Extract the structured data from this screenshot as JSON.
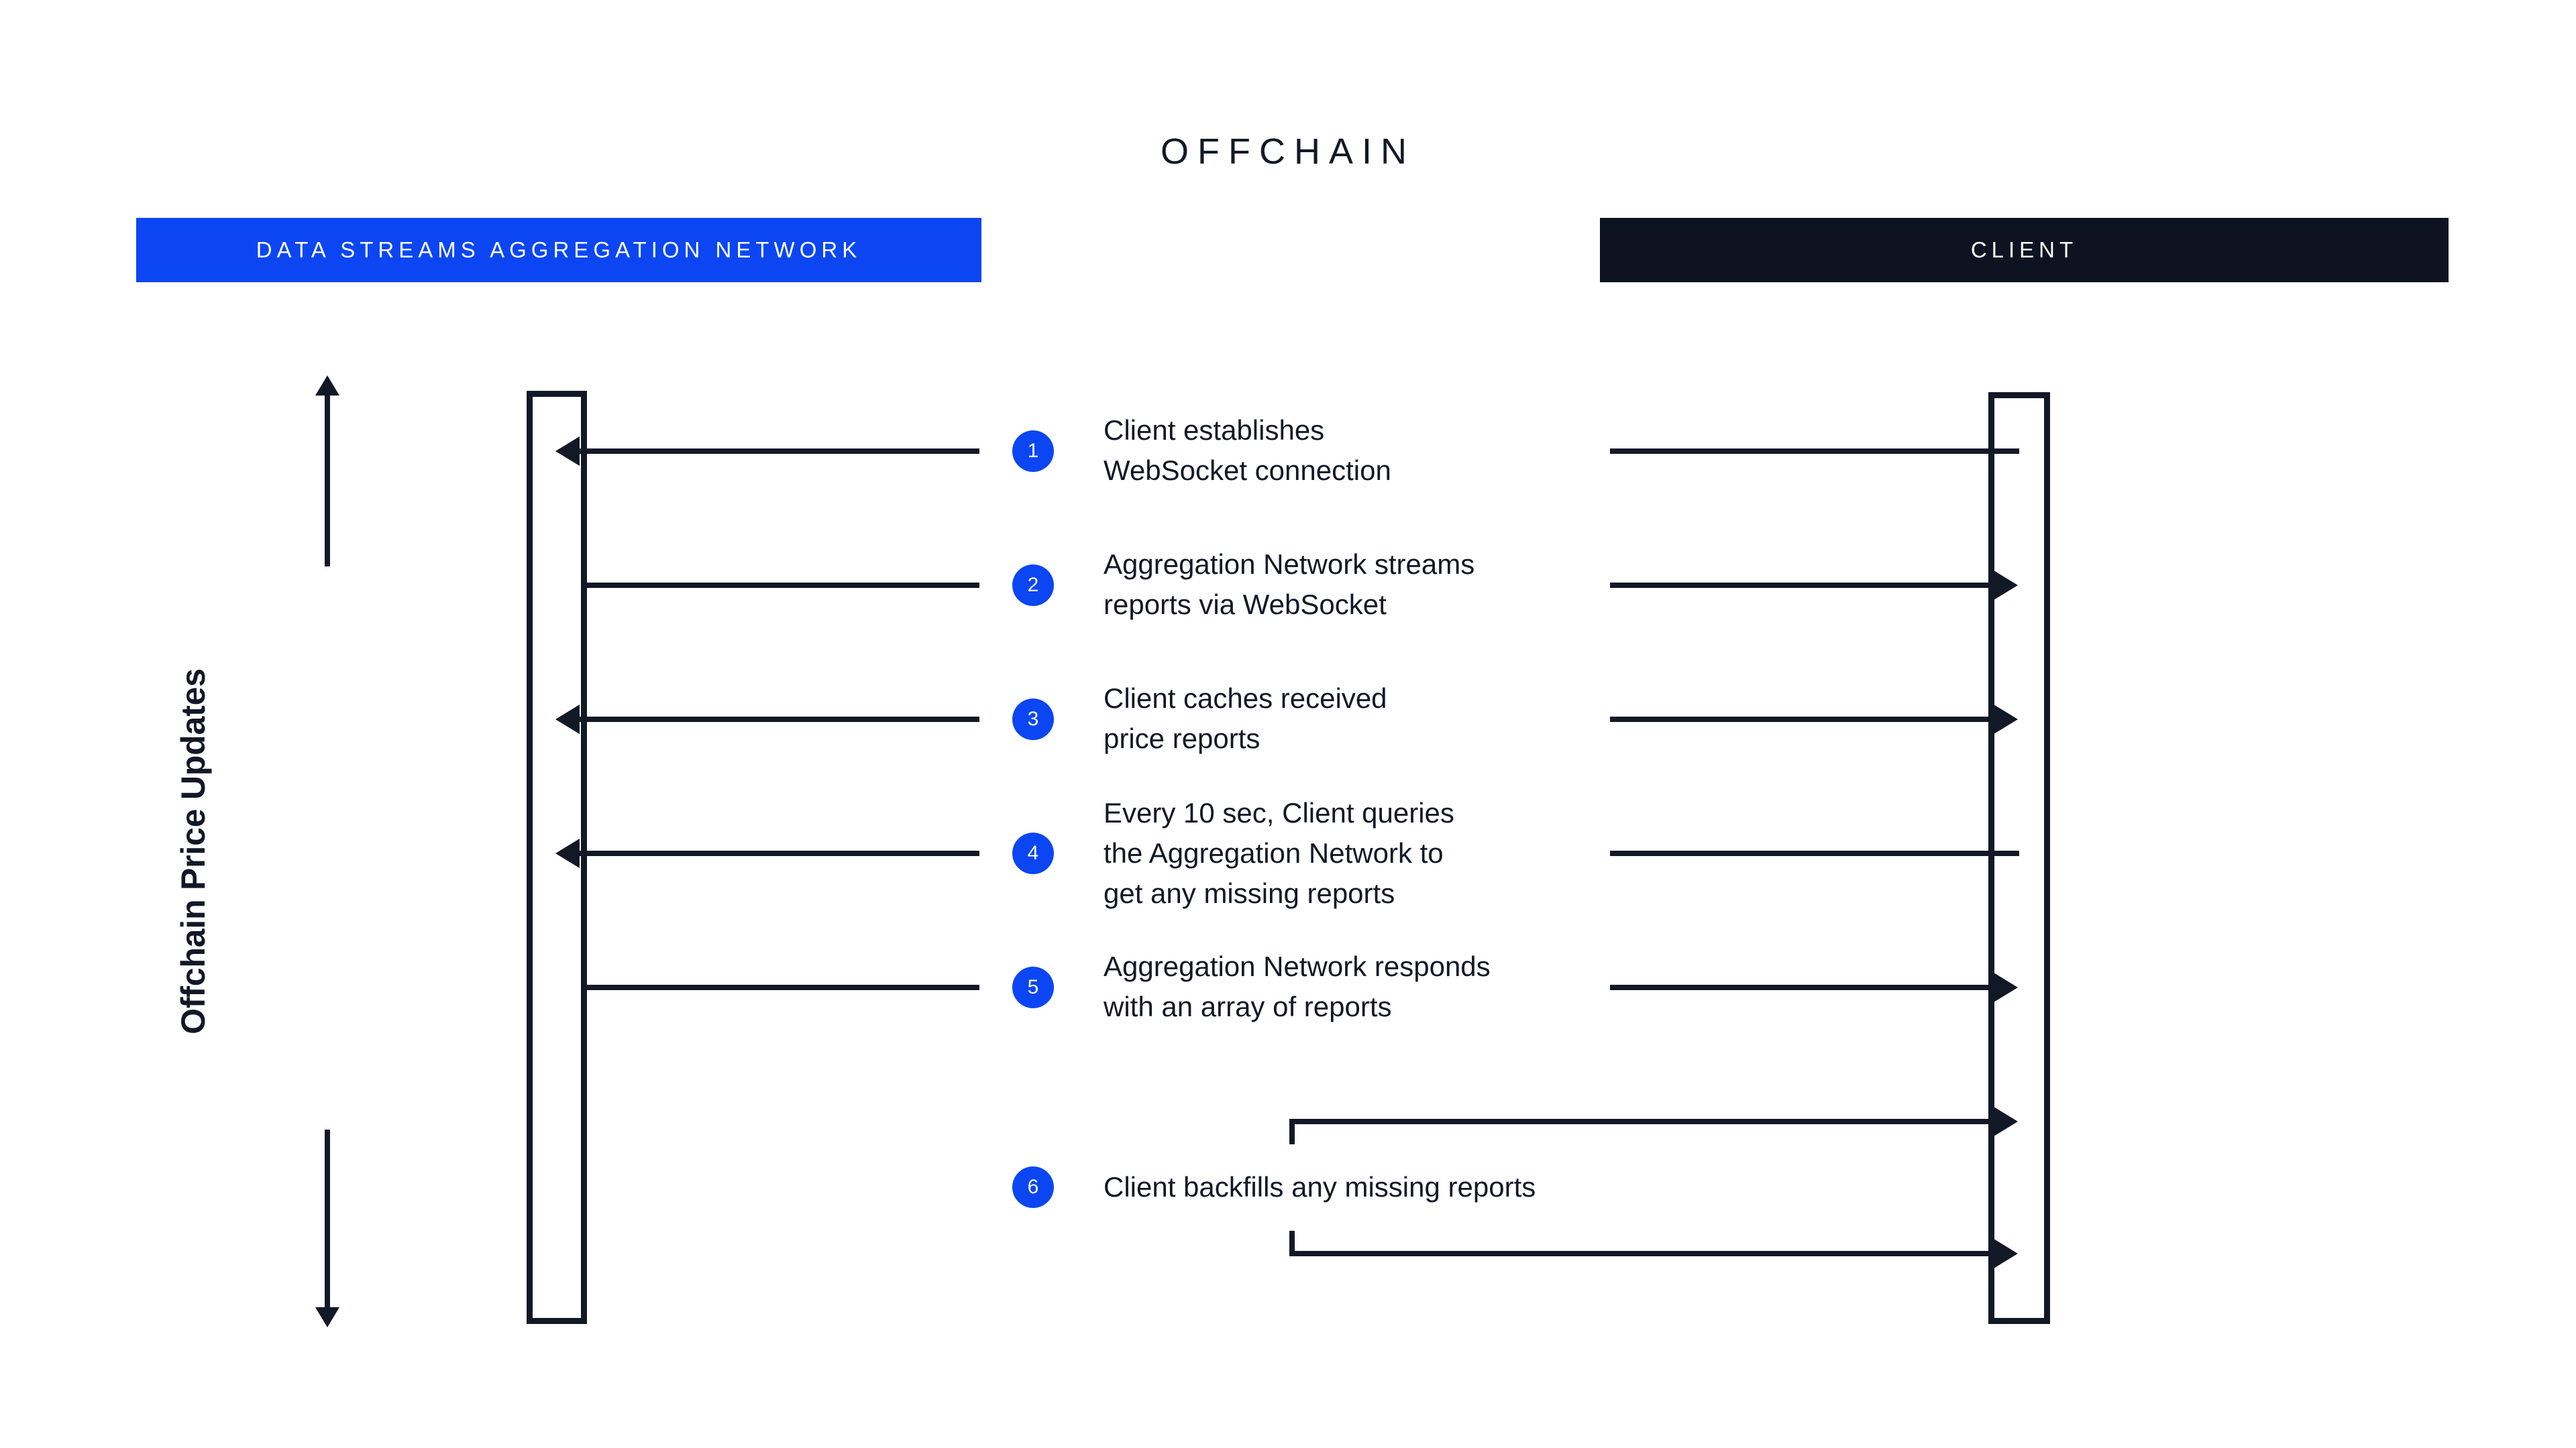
{
  "diagram": {
    "title": "OFFCHAIN",
    "background": "#ffffff",
    "accent_blue": "#0B46F2",
    "dark": "#0D1320",
    "lanes": [
      {
        "id": "aggregation-network",
        "label": "DATA STREAMS AGGREGATION NETWORK",
        "color": "#0B46F2"
      },
      {
        "id": "client",
        "label": "CLIENT",
        "color": "#0D1320"
      }
    ],
    "axis": {
      "label": "Offchain Price Updates",
      "direction": "double",
      "icon": "double-arrow-vertical-icon"
    },
    "steps": [
      {
        "number": "1",
        "text": "Client establishes\nWebSocket connection",
        "direction": "right-to-left"
      },
      {
        "number": "2",
        "text": "Aggregation Network streams\nreports via WebSocket",
        "direction": "left-to-right"
      },
      {
        "number": "3",
        "text": "Client caches received\nprice reports",
        "direction": "right-to-left"
      },
      {
        "number": "4",
        "text": "Every 10 sec, Client queries\nthe Aggregation Network to\nget any missing reports",
        "direction": "right-to-left"
      },
      {
        "number": "5",
        "text": "Aggregation Network responds\nwith an array of reports",
        "direction": "left-to-right"
      },
      {
        "number": "6",
        "text": "Client backfills any missing reports",
        "direction": "self-loop"
      }
    ]
  }
}
